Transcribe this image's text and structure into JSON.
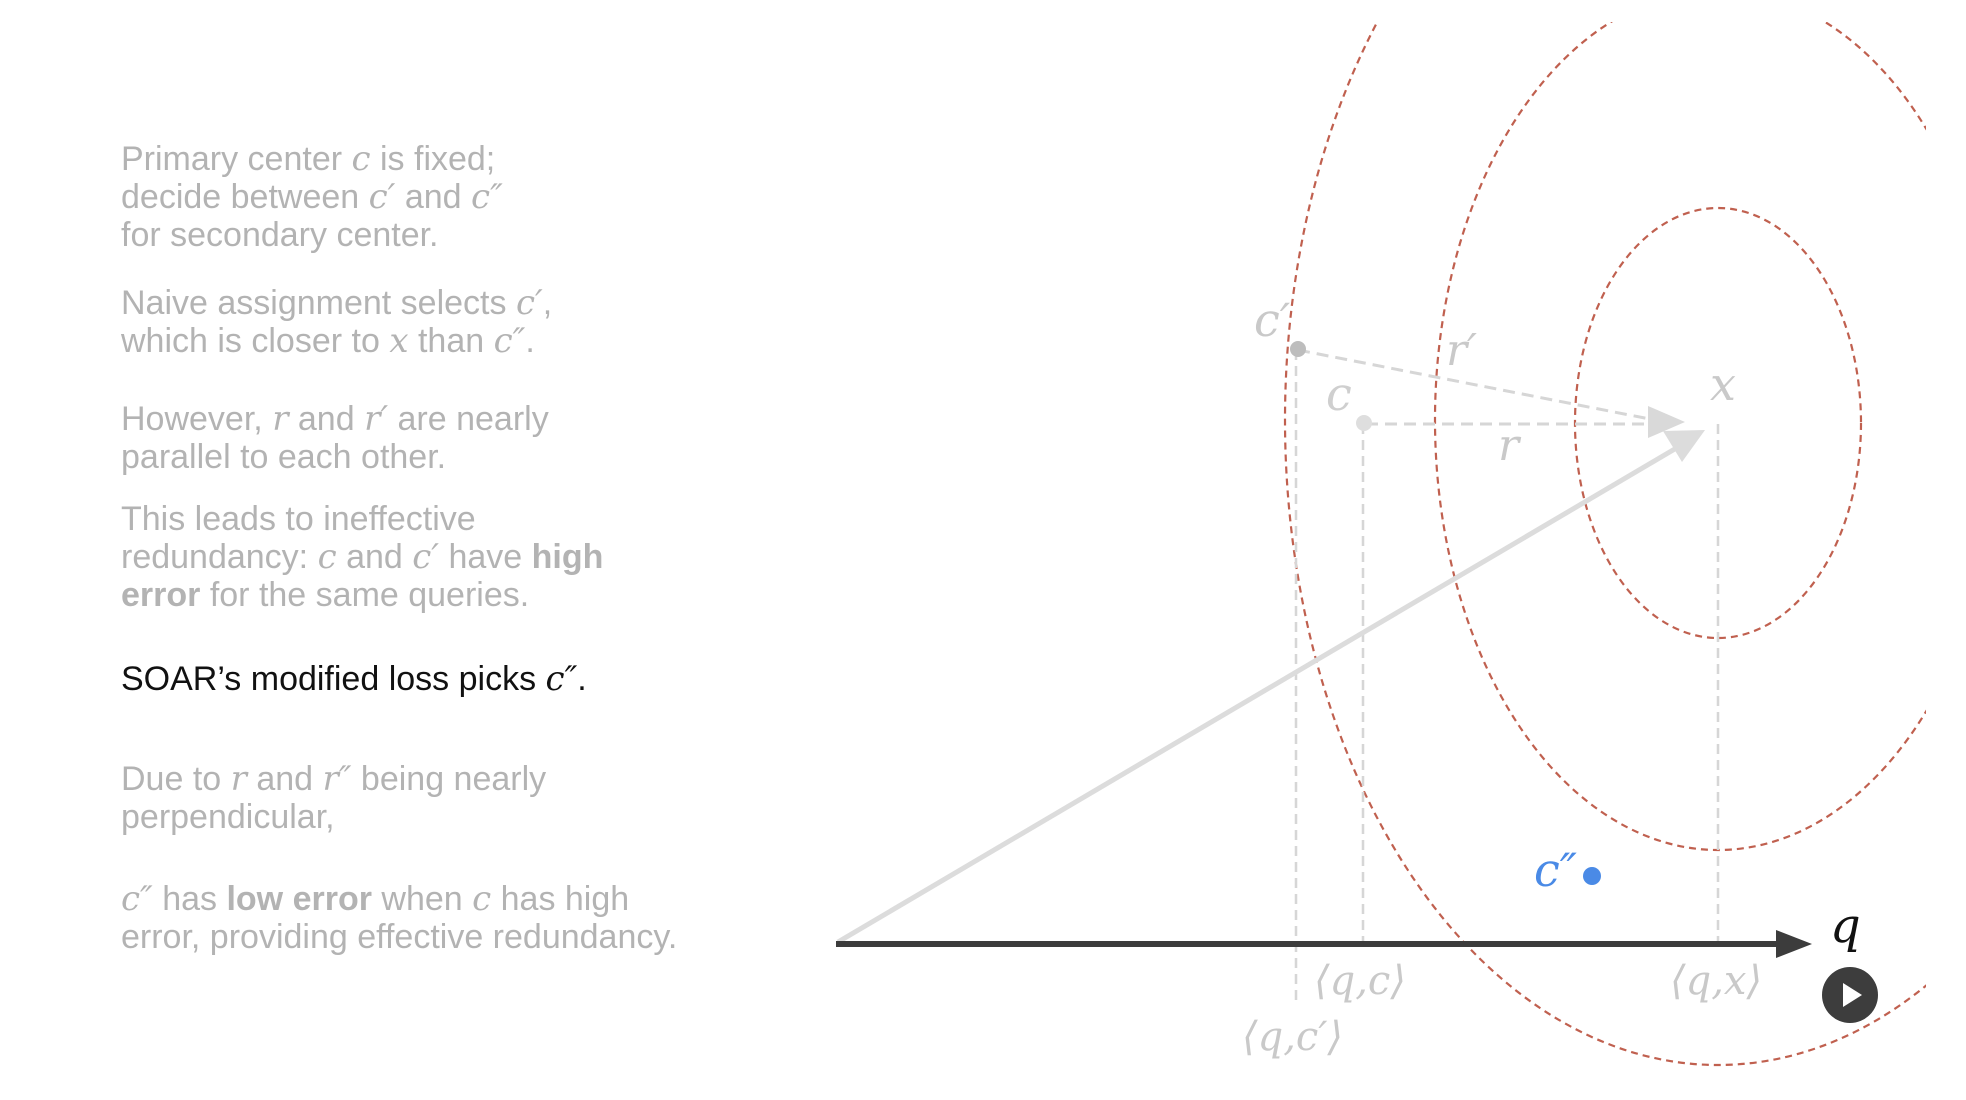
{
  "text_panel": {
    "p1": {
      "l1a": "Primary center ",
      "l1m": "c",
      "l1b": " is fixed;",
      "l2a": "decide between ",
      "l2m1": "c′",
      "l2b": " and ",
      "l2m2": "c″",
      "l3": "for secondary center."
    },
    "p2": {
      "l1a": "Naive assignment selects ",
      "l1m": "c′",
      "l1b": ",",
      "l2a": "which is closer to ",
      "l2m1": "x",
      "l2b": " than ",
      "l2m2": "c″",
      "l2c": "."
    },
    "p3": {
      "l1a": "However, ",
      "l1m1": "r",
      "l1b": " and ",
      "l1m2": "r′",
      "l1c": " are nearly",
      "l2": "parallel to each other."
    },
    "p4": {
      "l1": "This leads to ineffective",
      "l2a": "redundancy: ",
      "l2m1": "c",
      "l2b": " and ",
      "l2m2": "c′",
      "l2c": " have ",
      "l2bold": "high",
      "l3bold": "error",
      "l3": " for the same queries."
    },
    "p5": {
      "l1a": "SOAR’s modified loss picks ",
      "l1m": "c″",
      "l1b": "."
    },
    "p6": {
      "l1a": "Due to ",
      "l1m1": "r",
      "l1b": " and ",
      "l1m2": "r″",
      "l1c": " being nearly",
      "l2": "perpendicular,"
    },
    "p7": {
      "l1m1": "c″",
      "l1a": " has ",
      "l1bold": "low error",
      "l1b": " when ",
      "l1m2": "c",
      "l1c": " has high",
      "l2": "error, providing effective redundancy."
    }
  },
  "diagram": {
    "labels": {
      "c_prime": "c′",
      "c": "c",
      "x": "x",
      "r_prime": "r′",
      "r": "r",
      "c_double": "c″",
      "q": "q",
      "qc": "⟨q,c⟩",
      "qx": "⟨q,x⟩",
      "qc_prime": "⟨q,c′⟩"
    },
    "colors": {
      "faded": "#cfcfcf",
      "contour": "#c0604f",
      "highlight": "#4a8ae6",
      "axis": "#3c3c3c",
      "play_bg": "#3d3d3d"
    },
    "icons": {
      "play": "play-icon"
    }
  }
}
